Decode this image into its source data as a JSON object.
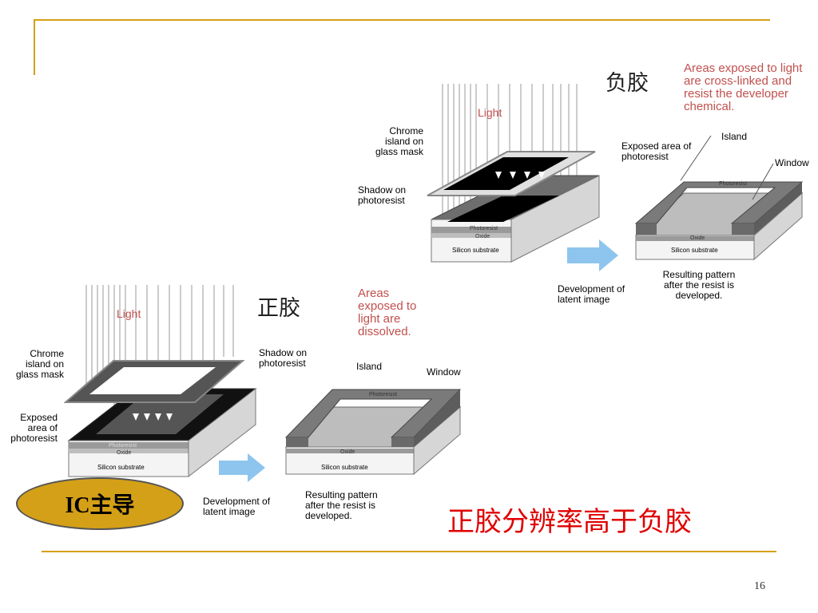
{
  "slide": {
    "page_number": "16",
    "accent_color": "#d4a017",
    "emphasis_color": "#e00000"
  },
  "negative": {
    "title": "负胶",
    "note": "Areas exposed to light are cross-linked and resist the developer chemical.",
    "light": "Light",
    "chrome_label": "Chrome island on glass mask",
    "shadow_label": "Shadow on photoresist",
    "exposed_label": "Exposed area of photoresist",
    "island": "Island",
    "window": "Window",
    "development": "Development of latent image",
    "result": "Resulting pattern after the resist is developed.",
    "layers": {
      "photoresist": "Photoresist",
      "oxide": "Oxide",
      "substrate": "Silicon substrate"
    }
  },
  "positive": {
    "title": "正胶",
    "note": "Areas exposed to light are dissolved.",
    "light": "Light",
    "chrome_label": "Chrome island on glass mask",
    "exposed_label": "Exposed area of photoresist",
    "shadow_label": "Shadow on photoresist",
    "island": "Island",
    "window": "Window",
    "development": "Development of latent image",
    "result": "Resulting pattern after the resist is developed.",
    "layers": {
      "photoresist": "Photoresist",
      "oxide": "Oxide",
      "substrate": "Silicon substrate"
    }
  },
  "badge": "IC主导",
  "conclusion": "正胶分辨率高于负胶"
}
